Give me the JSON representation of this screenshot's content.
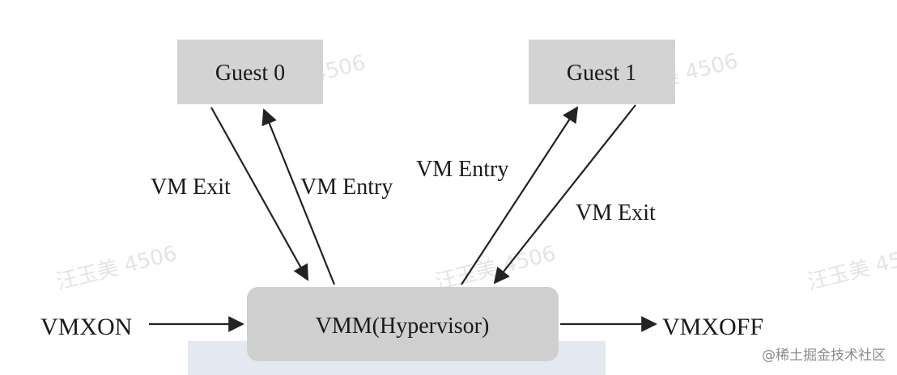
{
  "nodes": {
    "guest0": "Guest 0",
    "guest1": "Guest 1",
    "vmm": "VMM(Hypervisor)"
  },
  "edges": {
    "guest0_exit": "VM Exit",
    "guest0_entry": "VM Entry",
    "guest1_entry": "VM Entry",
    "guest1_exit": "VM Exit"
  },
  "io": {
    "vmxon": "VMXON",
    "vmxoff": "VMXOFF"
  },
  "watermark": "汪玉美 4506",
  "credit": "@稀土掘金技术社区",
  "colors": {
    "guest_fill": "#d3d3d3",
    "vmm_fill": "#cfcfcf",
    "vmm_shadow": "#e3e8f1",
    "stroke": "#222222"
  }
}
